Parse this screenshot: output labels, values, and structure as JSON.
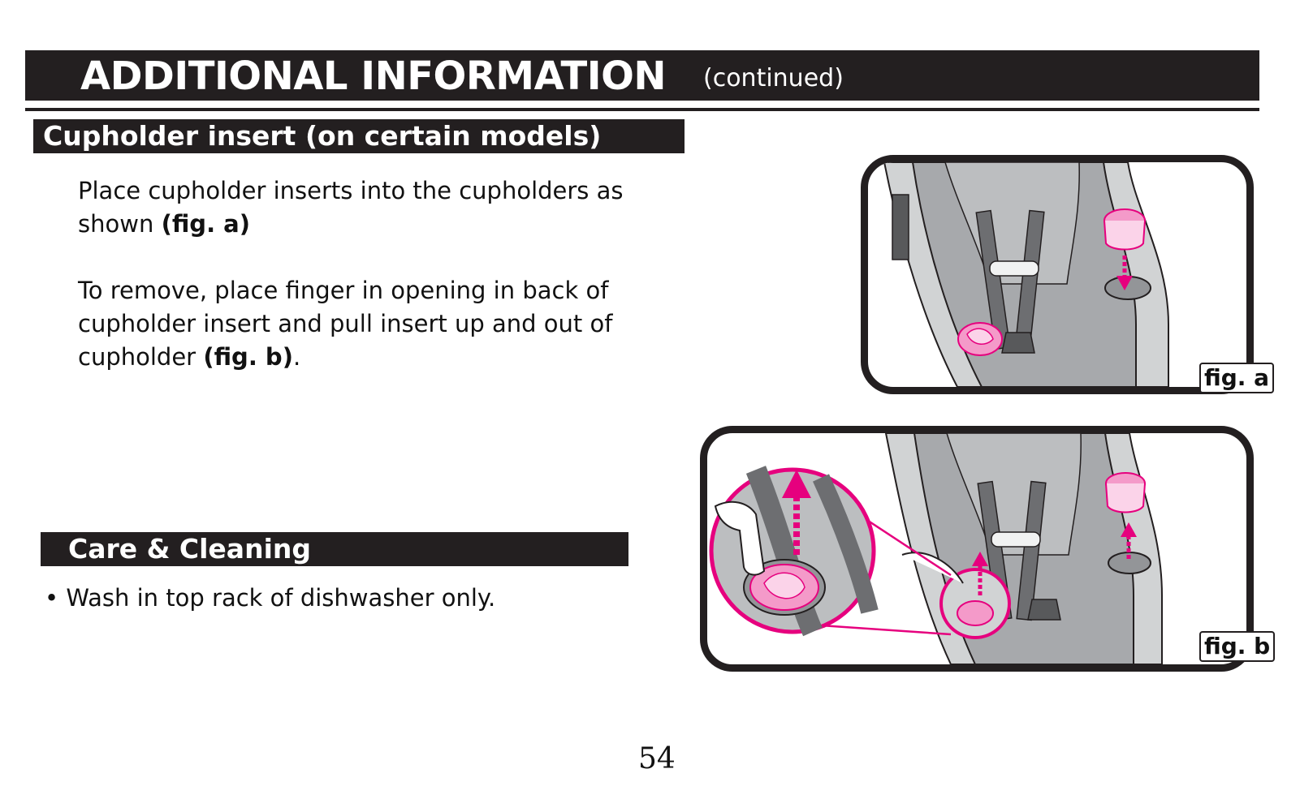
{
  "header": {
    "title": "ADDITIONAL INFORMATION",
    "subtitle": "(continued)"
  },
  "cupholder": {
    "heading": "Cupholder insert (on certain models)",
    "para1_text": "Place cupholder inserts into the cupholders as shown ",
    "para1_ref": "(fig. a)",
    "para2_text": "To remove, place finger in opening in back of cupholder insert and pull insert up and out of cupholder ",
    "para2_ref": "(fig. b)",
    "para2_end": "."
  },
  "care": {
    "heading": "Care & Cleaning",
    "bullet": "• Wash in top rack of dishwasher only."
  },
  "figures": {
    "a_label": "fig. a",
    "b_label": "fig. b"
  },
  "page_number": "54",
  "colors": {
    "ink": "#231f20",
    "seat": "#a7a9ac",
    "seat_light": "#d1d3d4",
    "strap": "#6d6e71",
    "magenta": "#e6007e",
    "pink_fill": "#f49ac9"
  }
}
